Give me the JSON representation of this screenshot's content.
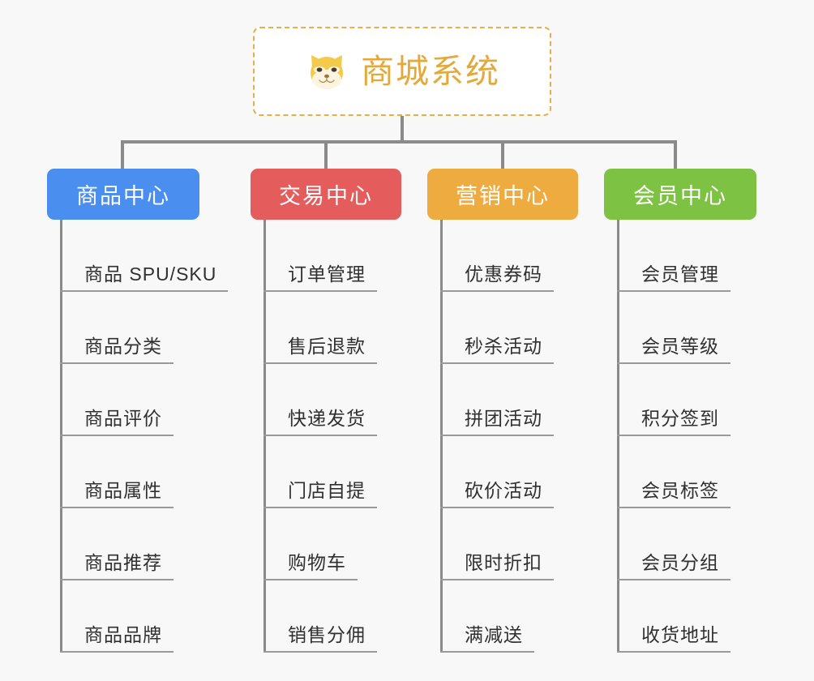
{
  "diagram": {
    "title_text": "商城系统",
    "root_icon": "shiba-inu-dog-face-icon",
    "background_color": "#f8f8f8",
    "connector_color": "#8a8a8a",
    "root_border_color": "#e9ae45",
    "root_title_color": "#e3a93c",
    "branches": [
      {
        "label": "商品中心",
        "color": "#4a8ef0",
        "items": [
          "商品 SPU/SKU",
          "商品分类",
          "商品评价",
          "商品属性",
          "商品推荐",
          "商品品牌"
        ]
      },
      {
        "label": "交易中心",
        "color": "#e55c5c",
        "items": [
          "订单管理",
          "售后退款",
          "快递发货",
          "门店自提",
          "购物车",
          "销售分佣"
        ]
      },
      {
        "label": "营销中心",
        "color": "#eeab3f",
        "items": [
          "优惠券码",
          "秒杀活动",
          "拼团活动",
          "砍价活动",
          "限时折扣",
          "满减送"
        ]
      },
      {
        "label": "会员中心",
        "color": "#7dc242",
        "items": [
          "会员管理",
          "会员等级",
          "积分签到",
          "会员标签",
          "会员分组",
          "收货地址"
        ]
      }
    ]
  }
}
